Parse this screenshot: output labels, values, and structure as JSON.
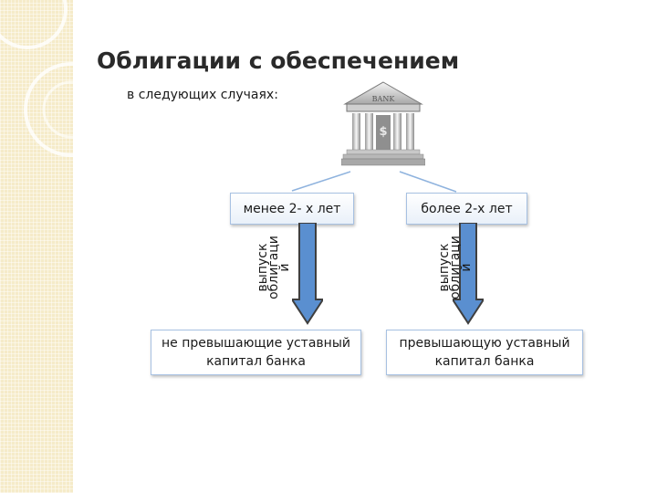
{
  "slide": {
    "title": "Облигации с обеспечением",
    "subtitle": "в следующих случаях:"
  },
  "bank_icon": {
    "icon": "bank-building-icon",
    "sign_text": "BANK",
    "symbol": "$"
  },
  "branches": [
    {
      "condition": "менее 2- х лет",
      "arrow_text": "выпуск\nоблигаци\nй",
      "result": "не превышающие уставный капитал банка"
    },
    {
      "condition": "более 2-х лет",
      "arrow_text": "выпуск\nоблигаци\nй",
      "result": "превышающую уставный капитал банка"
    }
  ],
  "colors": {
    "arrow_fill": "#5a8fd0",
    "arrow_outline": "#3f3f3f",
    "box_border": "#a7c1e2",
    "side_band": "#f5ebc9"
  }
}
